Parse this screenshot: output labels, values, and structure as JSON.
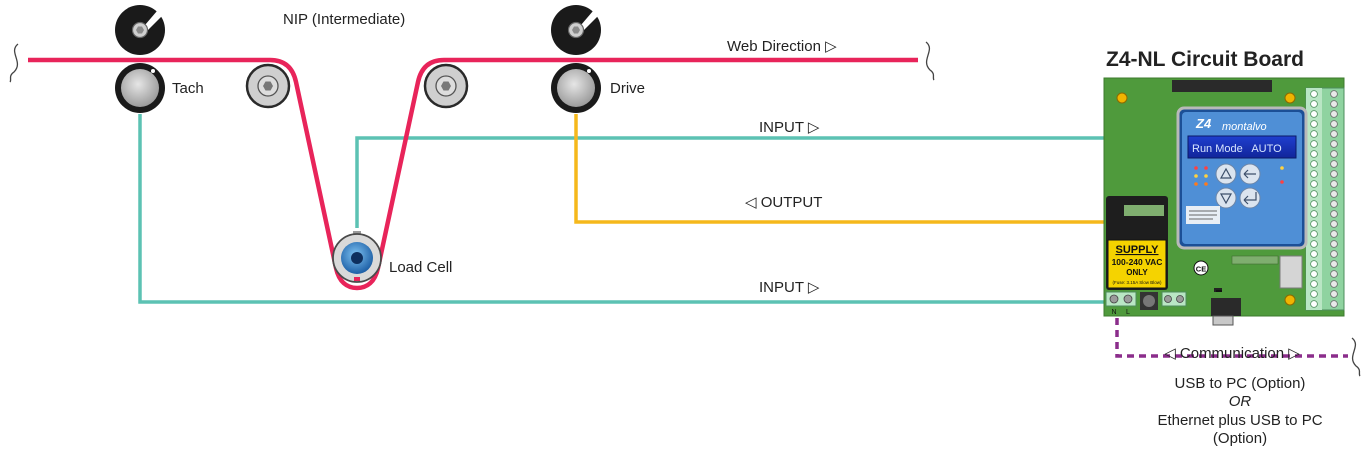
{
  "diagram": {
    "labels": {
      "nip": "NIP (Intermediate)",
      "web_direction": "Web Direction ▷",
      "tach": "Tach",
      "drive": "Drive",
      "load_cell": "Load Cell",
      "input_top": "INPUT ▷",
      "output": "◁ OUTPUT",
      "input_bottom": "INPUT ▷"
    },
    "board": {
      "title": "Z4-NL Circuit Board",
      "brand": "montalvo",
      "display_text": "Run Mode   AUTO",
      "supply_title": "SUPPLY",
      "supply_voltage": "100-240 VAC",
      "supply_only": "ONLY",
      "supply_fuse": "(Fuse: 3.15A Slow Blow)",
      "ce_mark": "CE",
      "terminal_n": "N",
      "terminal_l": "L"
    },
    "communication": {
      "label": "◁ Communication ▷",
      "line1": "USB to PC (Option)",
      "line2": "OR",
      "line3": "Ethernet plus USB to PC",
      "line4": "(Option)"
    },
    "colors": {
      "web": "#e8245a",
      "input": "#5cc2b3",
      "output": "#f5b81c",
      "communication": "#8b2d8b",
      "board": "#4f9a3c",
      "roller": "#bfbfbf",
      "nip": "#1a1a1a"
    }
  }
}
